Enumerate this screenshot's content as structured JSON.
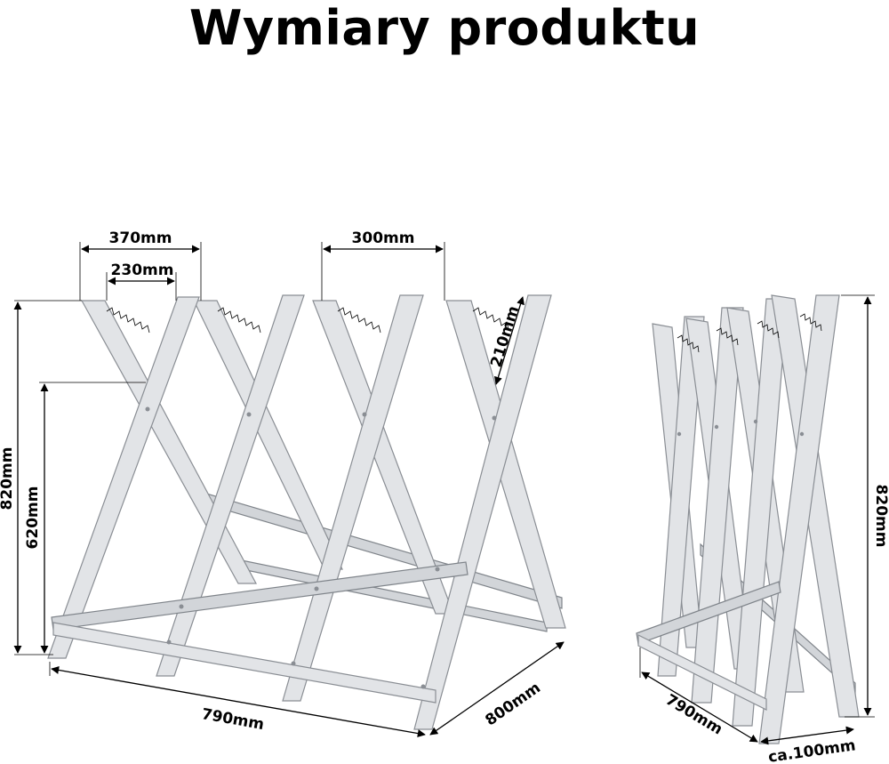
{
  "title": "Wymiary produktu",
  "dimensions": {
    "top_outer_width": "370mm",
    "top_inner_width": "230mm",
    "top_gap": "300mm",
    "notch_length": "210mm",
    "height_total_left": "820mm",
    "height_crossing": "620mm",
    "base_length": "790mm",
    "base_depth": "800mm",
    "folded_height": "820mm",
    "folded_length": "790mm",
    "folded_depth": "ca.100mm"
  },
  "colors": {
    "metal_light": "#e2e4e7",
    "metal_edge": "#8a8e94",
    "dimension_lines": "#000000"
  }
}
